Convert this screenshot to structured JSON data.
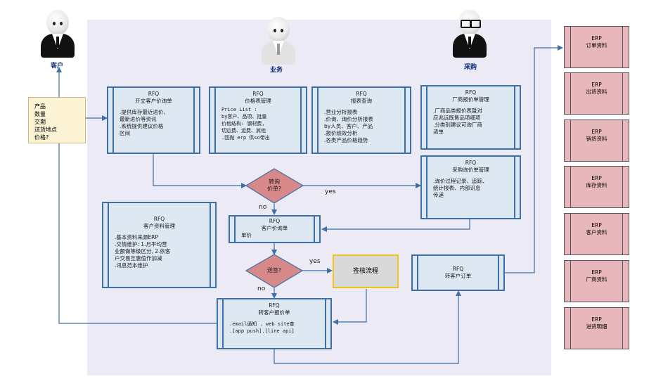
{
  "roles": {
    "customer": "客户",
    "sales": "业务",
    "purchasing": "采购"
  },
  "note": {
    "text": "产品\n数量\n交期\n送货地点\n价格?"
  },
  "boxes": {
    "open_quote": {
      "title": "RFQ\n开立客户价询单",
      "body": ".提供库存最近进价、\n最新进价等资讯\n.系统提供建议价格\n区间"
    },
    "price_table": {
      "title": "RFQ\n价格表管理",
      "body": "Price List :\nby客户、品项、批量\n价格结构: 钢材费,\n切边费、运费、其他\n.回抛 erp 供so带出"
    },
    "report": {
      "title": "RFQ\n报表查询",
      "body": ".营业分析报表\n.价询、询价分析报表\nby人员、客户、产品\n.报价绩效分析\n.各类产品价格趋势"
    },
    "vendor_quote": {
      "title": "RFQ\n厂商报价单管理",
      "body": ".厂商品类报价表暨对\n应兆远既售品项细项\n.分类别建议可询厂商\n清单"
    },
    "purchase_inquiry": {
      "title": "RFQ\n采购询价单管理",
      "body": ".询价过程记录、追踪、\n统计报表、内部讯息\n传递"
    },
    "customer_data": {
      "title": "RFQ\n客户资料管理",
      "body": ".基本资料来源ERP\n.交情维护: 1.月平均营\n业额做等级区分, 2.依客\n户交易互惠值作加减\n.讯息范本维护"
    },
    "customer_quote_form": {
      "title": "RFQ\n客户价询单",
      "body": "单价"
    },
    "to_customer_order": {
      "title": "RFQ\n转客户订单",
      "body": ""
    },
    "to_customer_quote": {
      "title": "RFQ\n转客户报价单",
      "body": ".email通知 . web site查\n.[app push].[line api]"
    }
  },
  "decisions": {
    "transfer_inquiry": {
      "text": "转询\n价单?",
      "yes": "yes",
      "no": "no"
    },
    "approval": {
      "text": "送签?",
      "yes": "yes",
      "no": "no"
    }
  },
  "sign_flow": {
    "label": "签核流程"
  },
  "erp": [
    {
      "label": "ERP\n订单资料"
    },
    {
      "label": "ERP\n出货资料"
    },
    {
      "label": "ERP\n销货资料"
    },
    {
      "label": "ERP\n库存资料"
    },
    {
      "label": "ERP\n客户资料"
    },
    {
      "label": "ERP\n厂商资料"
    },
    {
      "label": "ERP\n进货明细"
    }
  ],
  "colors": {
    "box_fill": "#dde8f3",
    "box_border": "#3d6fa8",
    "erp_fill": "#e8b7bb",
    "diamond_fill": "#d7898a",
    "sign_fill": "#d9d9d9",
    "sign_border": "#f0c419",
    "arrow": "#3d6fa8",
    "panel": "#eceaf5"
  }
}
